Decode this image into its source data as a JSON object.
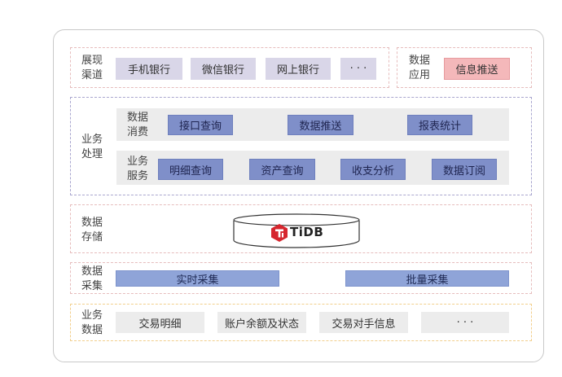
{
  "presentation": {
    "label": "展现\n渠道",
    "items": [
      "手机银行",
      "微信银行",
      "网上银行",
      "· · ·"
    ]
  },
  "data_app": {
    "label": "数据\n应用",
    "items": [
      "信息推送"
    ]
  },
  "business": {
    "label": "业务\n处理",
    "consume": {
      "label": "数据\n消费",
      "items": [
        "接口查询",
        "数据推送",
        "报表统计"
      ]
    },
    "service": {
      "label": "业务\n服务",
      "items": [
        "明细查询",
        "资产查询",
        "收支分析",
        "数据订阅"
      ]
    }
  },
  "storage": {
    "label": "数据\n存储",
    "db_name": "TiDB"
  },
  "collection": {
    "label": "数据\n采集",
    "items": [
      "实时采集",
      "批量采集"
    ]
  },
  "biz_data": {
    "label": "业务\n数据",
    "items": [
      "交易明细",
      "账户余额及状态",
      "交易对手信息",
      "· · ·"
    ]
  },
  "colors": {
    "tidb_red": "#d6262e",
    "accent_blue": "#7f8fc9",
    "accent_red": "#f4b8ba"
  }
}
